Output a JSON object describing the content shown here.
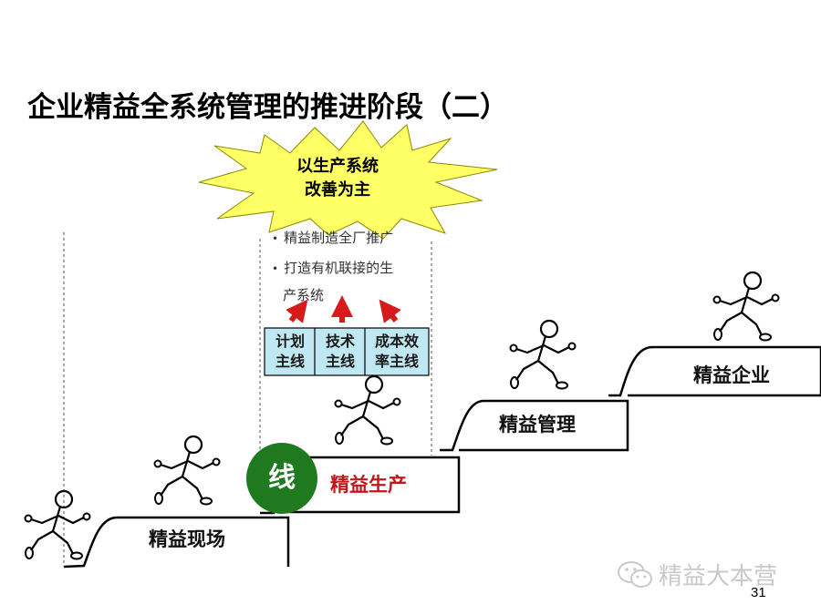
{
  "title": "企业精益全系统管理的推进阶段（二）",
  "burst": {
    "line1": "以生产系统",
    "line2": "改善为主"
  },
  "bullets": [
    "精益制造全厂推广",
    "打造有机联接的生",
    "产系统"
  ],
  "lines_table": [
    {
      "line1": "计划",
      "line2": "主线"
    },
    {
      "line1": "技术",
      "line2": "主线"
    },
    {
      "line1": "成本效",
      "line2": "率主线"
    }
  ],
  "steps": [
    "精益现场",
    "精益生产",
    "精益管理",
    "精益企业"
  ],
  "badge": "线",
  "watermark": "精益大本营",
  "page_number": "31",
  "colors": {
    "badge": "#1f7a1f",
    "highlight_label": "#c0171b",
    "burst": "#ffff66",
    "table": "#bfe8f2",
    "arrow": "#d81a1a"
  }
}
